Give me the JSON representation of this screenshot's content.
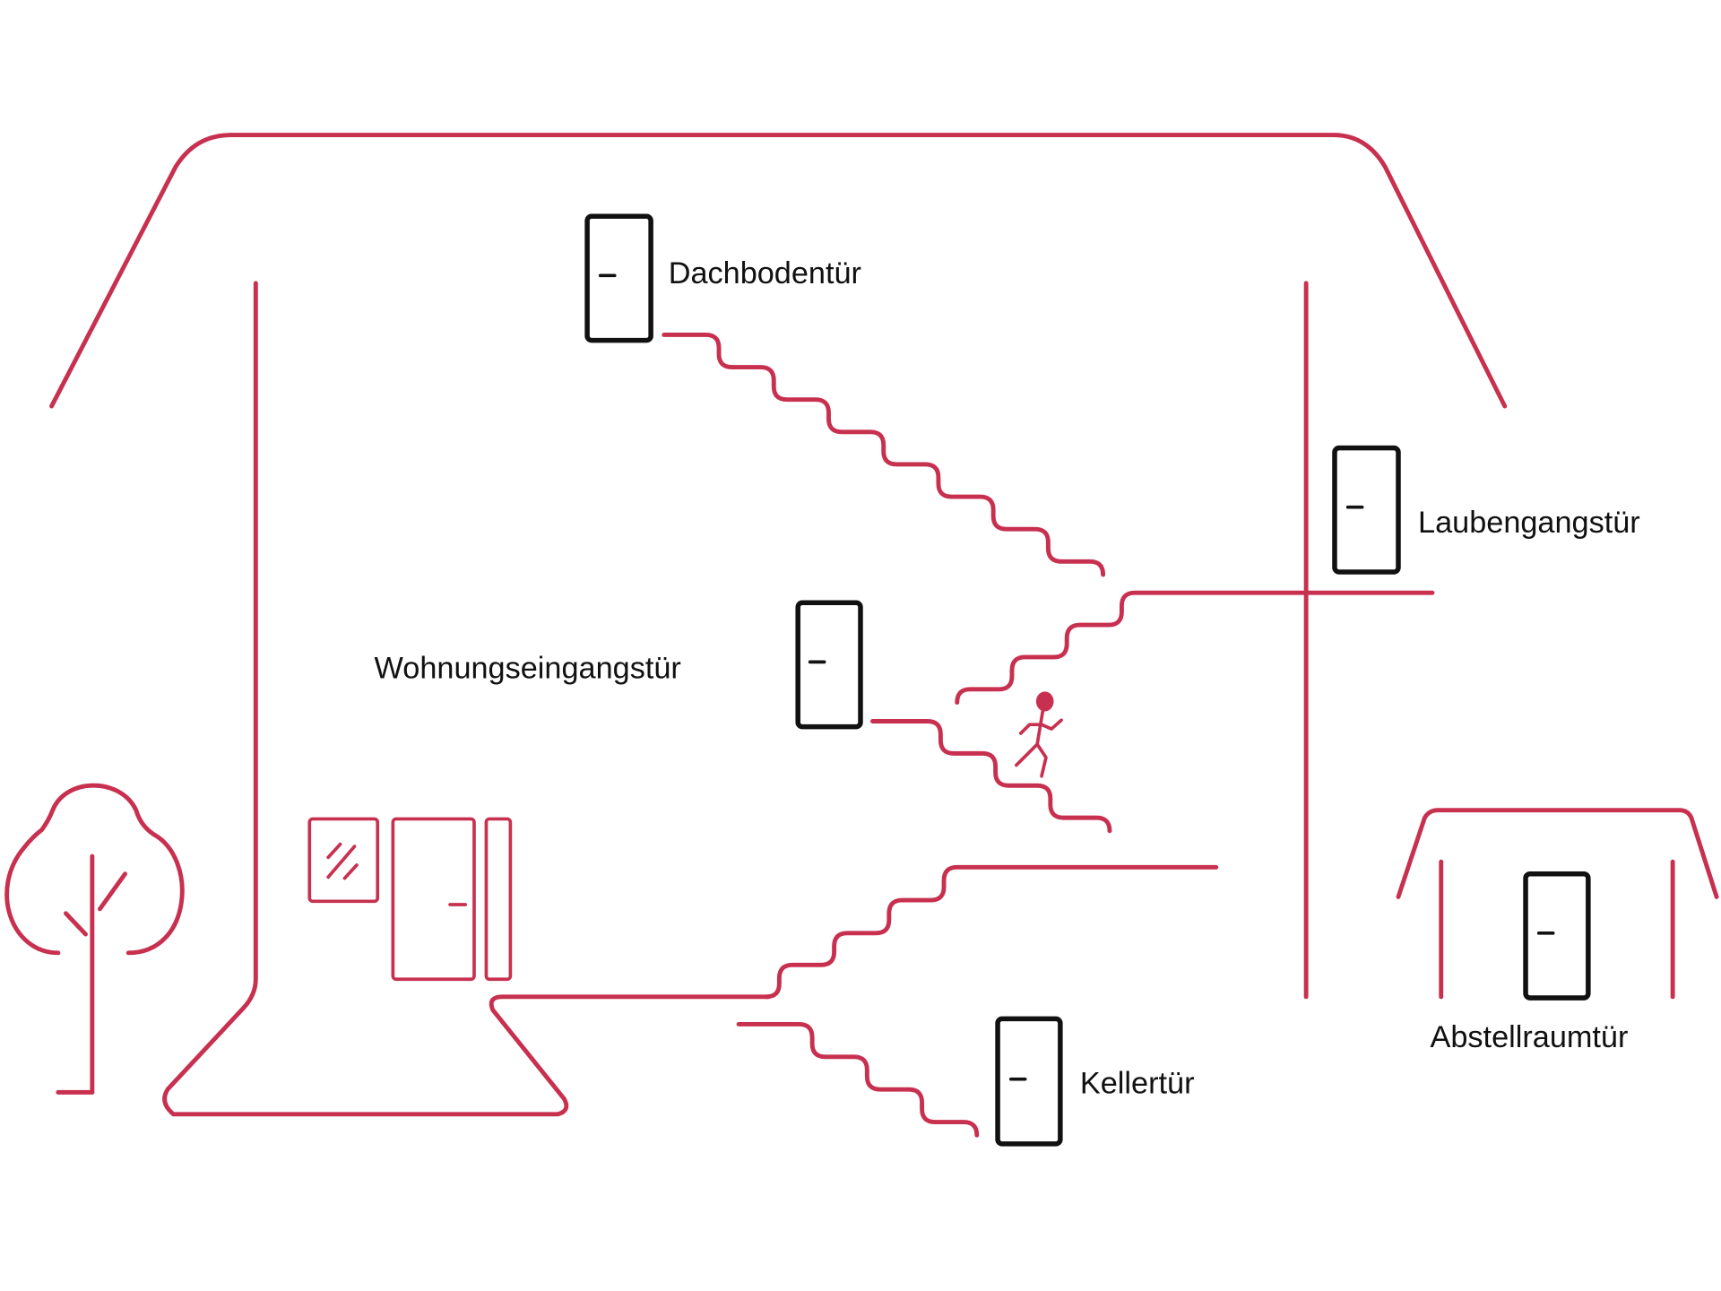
{
  "title": "Türen im Mehrfamilienhaus",
  "accent_color": "#c8304f",
  "door_color": "#111111",
  "labels": {
    "attic": "Dachbodentür",
    "apartment": "Wohnungseingangstür",
    "gallery": "Laubengangstür",
    "cellar": "Kellertür",
    "storage": "Abstellraumtür"
  }
}
